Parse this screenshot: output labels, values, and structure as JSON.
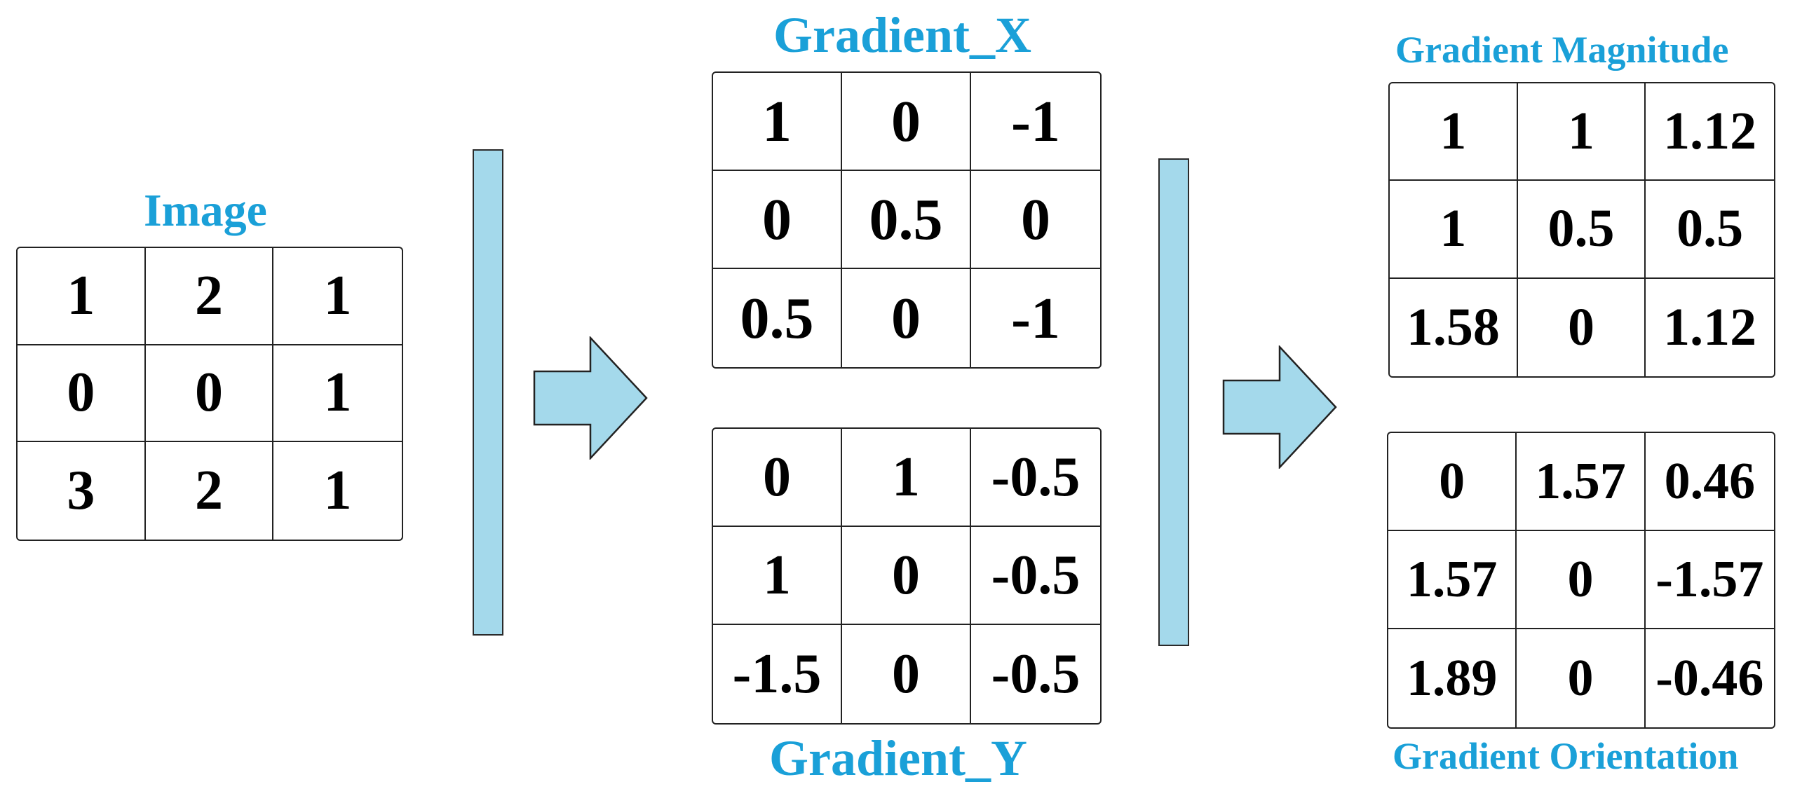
{
  "colors": {
    "title": "#1aa0d8",
    "bar_fill": "#a4d9eb",
    "arrow_fill": "#a4d9eb",
    "stroke": "#222222"
  },
  "icons": [
    "right-arrow-icon",
    "right-arrow-icon"
  ],
  "image": {
    "title": "Image",
    "cells": [
      [
        "1",
        "2",
        "1"
      ],
      [
        "0",
        "0",
        "1"
      ],
      [
        "3",
        "2",
        "1"
      ]
    ]
  },
  "gradient_x": {
    "title": "Gradient_X",
    "cells": [
      [
        "1",
        "0",
        "-1"
      ],
      [
        "0",
        "0.5",
        "0"
      ],
      [
        "0.5",
        "0",
        "-1"
      ]
    ]
  },
  "gradient_y": {
    "title": "Gradient_Y",
    "cells": [
      [
        "0",
        "1",
        "-0.5"
      ],
      [
        "1",
        "0",
        "-0.5"
      ],
      [
        "-1.5",
        "0",
        "-0.5"
      ]
    ]
  },
  "gradient_magnitude": {
    "title": "Gradient Magnitude",
    "cells": [
      [
        "1",
        "1",
        "1.12"
      ],
      [
        "1",
        "0.5",
        "0.5"
      ],
      [
        "1.58",
        "0",
        "1.12"
      ]
    ]
  },
  "gradient_orientation": {
    "title": "Gradient Orientation",
    "cells": [
      [
        "0",
        "1.57",
        "0.46"
      ],
      [
        "1.57",
        "0",
        "-1.57"
      ],
      [
        "1.89",
        "0",
        "-0.46"
      ]
    ]
  }
}
